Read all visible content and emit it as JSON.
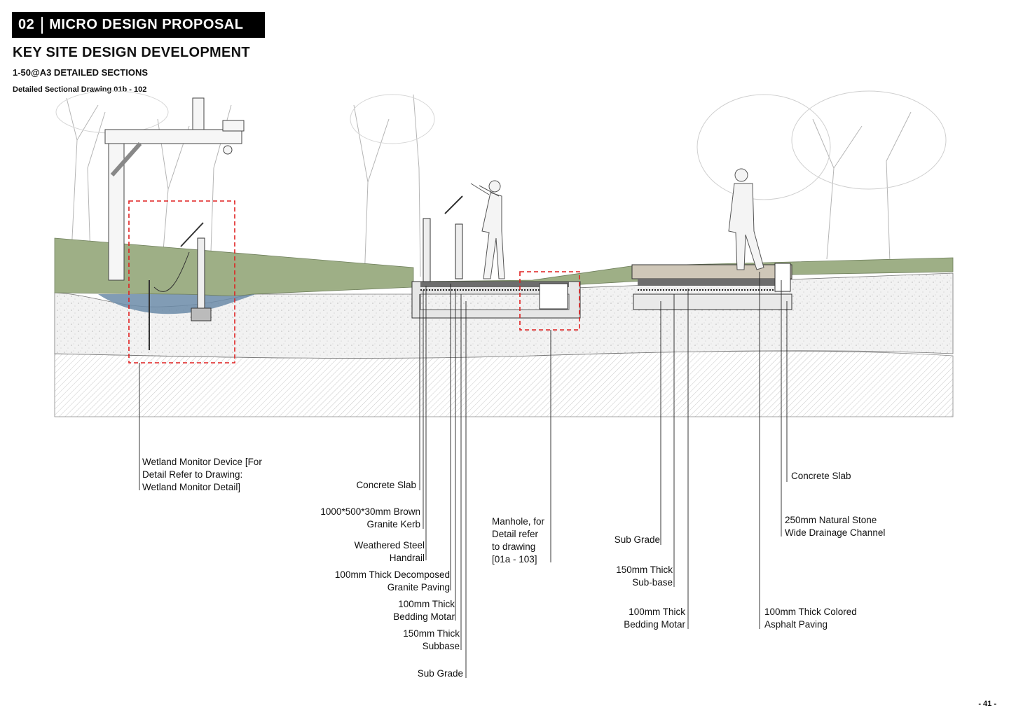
{
  "header": {
    "number": "02",
    "title": "MICRO DESIGN PROPOSAL",
    "heading": "KEY SITE DESIGN DEVELOPMENT",
    "subheading": "1-50@A3 DETAILED SECTIONS",
    "drawing_ref": "Detailed Sectional Drawing 01b - 102"
  },
  "annotations": {
    "wetland_monitor": [
      "Wetland Monitor Device [For",
      "Detail Refer to Drawing:",
      "Wetland Monitor Detail]"
    ],
    "concrete_slab_left": [
      "Concrete Slab"
    ],
    "granite_kerb": [
      "1000*500*30mm Brown",
      "Granite Kerb"
    ],
    "handrail": [
      "Weathered Steel",
      "Handrail"
    ],
    "dg_paving": [
      "100mm Thick Decomposed",
      "Granite Paving"
    ],
    "bedding_left": [
      "100mm Thick",
      "Bedding Motar"
    ],
    "subbase_left": [
      "150mm Thick",
      "Subbase"
    ],
    "subgrade_left": [
      "Sub Grade"
    ],
    "manhole": [
      "Manhole, for",
      "Detail refer",
      "to drawing",
      "[01a - 103]"
    ],
    "subgrade_right": [
      "Sub Grade"
    ],
    "subbase_right": [
      "150mm Thick",
      "Sub-base"
    ],
    "bedding_right": [
      "100mm Thick",
      "Bedding Motar"
    ],
    "asphalt": [
      "100mm Thick Colored",
      "Asphalt Paving"
    ],
    "drainage": [
      "250mm Natural Stone",
      "Wide Drainage Channel"
    ],
    "concrete_slab_right": [
      "Concrete Slab"
    ]
  },
  "colors": {
    "grass": "#9eaf86",
    "water": "#6b8ba8",
    "soil": "#efefef",
    "highlight": "#e02020"
  },
  "footer": {
    "page": "- 41 -"
  }
}
